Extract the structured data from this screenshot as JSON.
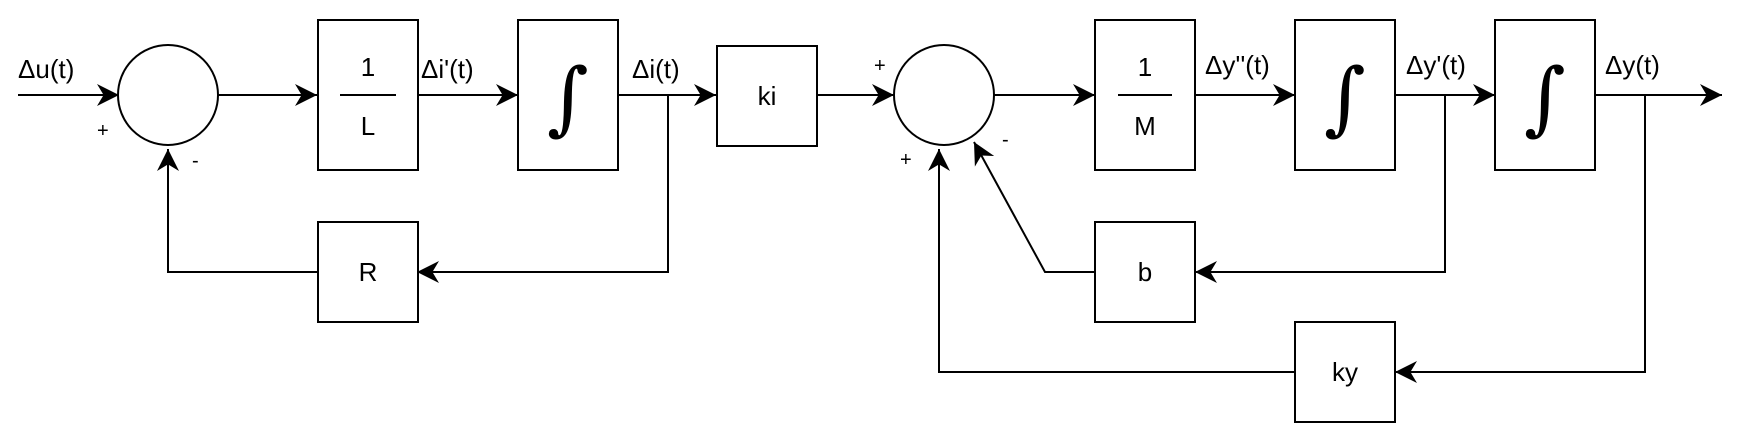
{
  "signals": {
    "du": "Δu(t)",
    "di_dot": "Δi'(t)",
    "di": "Δi(t)",
    "dy_ddot": "Δy''(t)",
    "dy_dot": "Δy'(t)",
    "dy": "Δy(t)"
  },
  "blocks": {
    "inv_l_num": "1",
    "inv_l_den": "L",
    "integrator": "∫",
    "ki": "ki",
    "inv_m_num": "1",
    "inv_m_den": "M",
    "r": "R",
    "b": "b",
    "ky": "ky"
  },
  "signs": {
    "sum1_input": "+",
    "sum1_feedback": "-",
    "sum2_input": "+",
    "sum2_damping": "-",
    "sum2_stiffness": "+"
  }
}
